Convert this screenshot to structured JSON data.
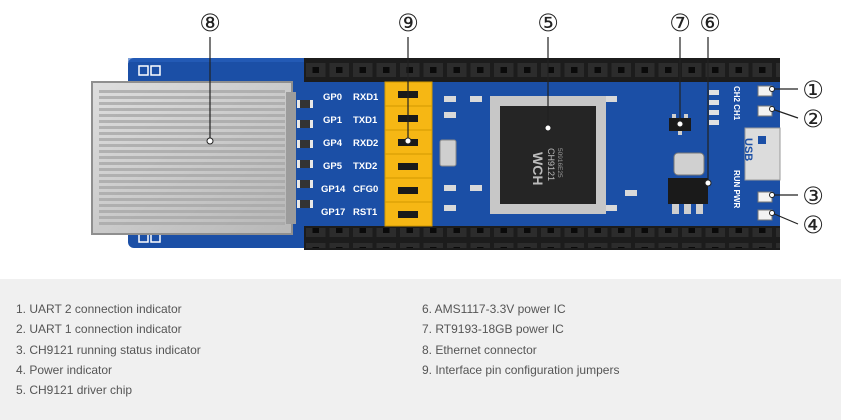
{
  "board": {
    "pin_rows": [
      {
        "gp": "GP0",
        "func": "RXD1"
      },
      {
        "gp": "GP1",
        "func": "TXD1"
      },
      {
        "gp": "GP4",
        "func": "RXD2"
      },
      {
        "gp": "GP5",
        "func": "TXD2"
      },
      {
        "gp": "GP14",
        "func": "CFG0"
      },
      {
        "gp": "GP17",
        "func": "RST1"
      }
    ],
    "chip_logo": "WCH",
    "chip_name": "CH9121",
    "chip_code": "50916E25",
    "usb_label": "USB",
    "led_top_labels": "CH2 CH1",
    "led_bottom_labels": "RUN PWR"
  },
  "callouts": [
    "①",
    "②",
    "③",
    "④",
    "⑤",
    "⑥",
    "⑦",
    "⑧",
    "⑨"
  ],
  "legend": {
    "left": [
      "1. UART 2 connection indicator",
      "2. UART 1 connection indicator",
      "3. CH9121 running status indicator",
      "4. Power indicator",
      "5. CH9121 driver chip"
    ],
    "right": [
      "6. AMS1117-3.3V power IC",
      "7. RT9193-18GB power IC",
      "8. Ethernet connector",
      "9. Interface pin configuration jumpers"
    ]
  },
  "colors": {
    "pcb": "#1b4fa6",
    "header": "#1c1c1c",
    "jumper": "#f6b714",
    "ethernet": "#c9c9c9",
    "chip": "#252525",
    "legend_bg": "#f0f0f0"
  }
}
